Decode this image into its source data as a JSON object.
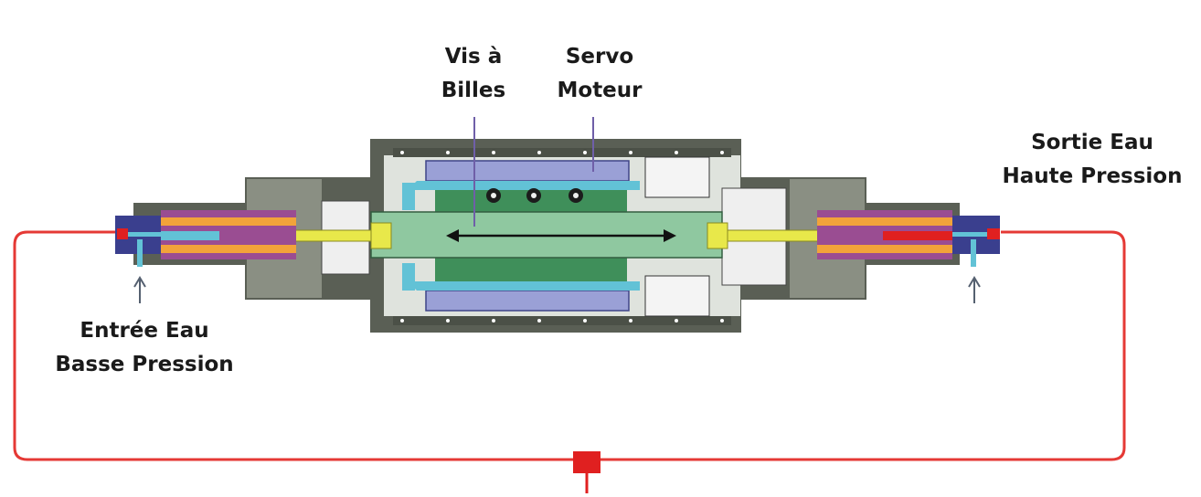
{
  "labels": {
    "ball_screw": [
      "Vis à",
      "Billes"
    ],
    "servo_motor": [
      "Servo",
      "Moteur"
    ],
    "outlet": [
      "Sortie Eau",
      "Haute Pression"
    ],
    "inlet": [
      "Entrée Eau",
      "Basse Pression"
    ]
  },
  "colors": {
    "water_line": "#e53935",
    "housing": "#5a5f55",
    "housing_light": "#9aa095",
    "screw": "#8fc8a0",
    "screw_dark": "#3f8f5a",
    "motor": "#9aa0d6",
    "seal_cyan": "#62c2d6",
    "plunger_yellow": "#e8e84a",
    "cylinder_orange": "#f2a33a",
    "cylinder_purple": "#9a4d92",
    "end_cap_navy": "#3a3f8e",
    "pointer_purple": "#6f5fa8"
  },
  "icons": [
    "inlet-arrow-icon",
    "outlet-arrow-icon",
    "double-arrow-icon"
  ]
}
